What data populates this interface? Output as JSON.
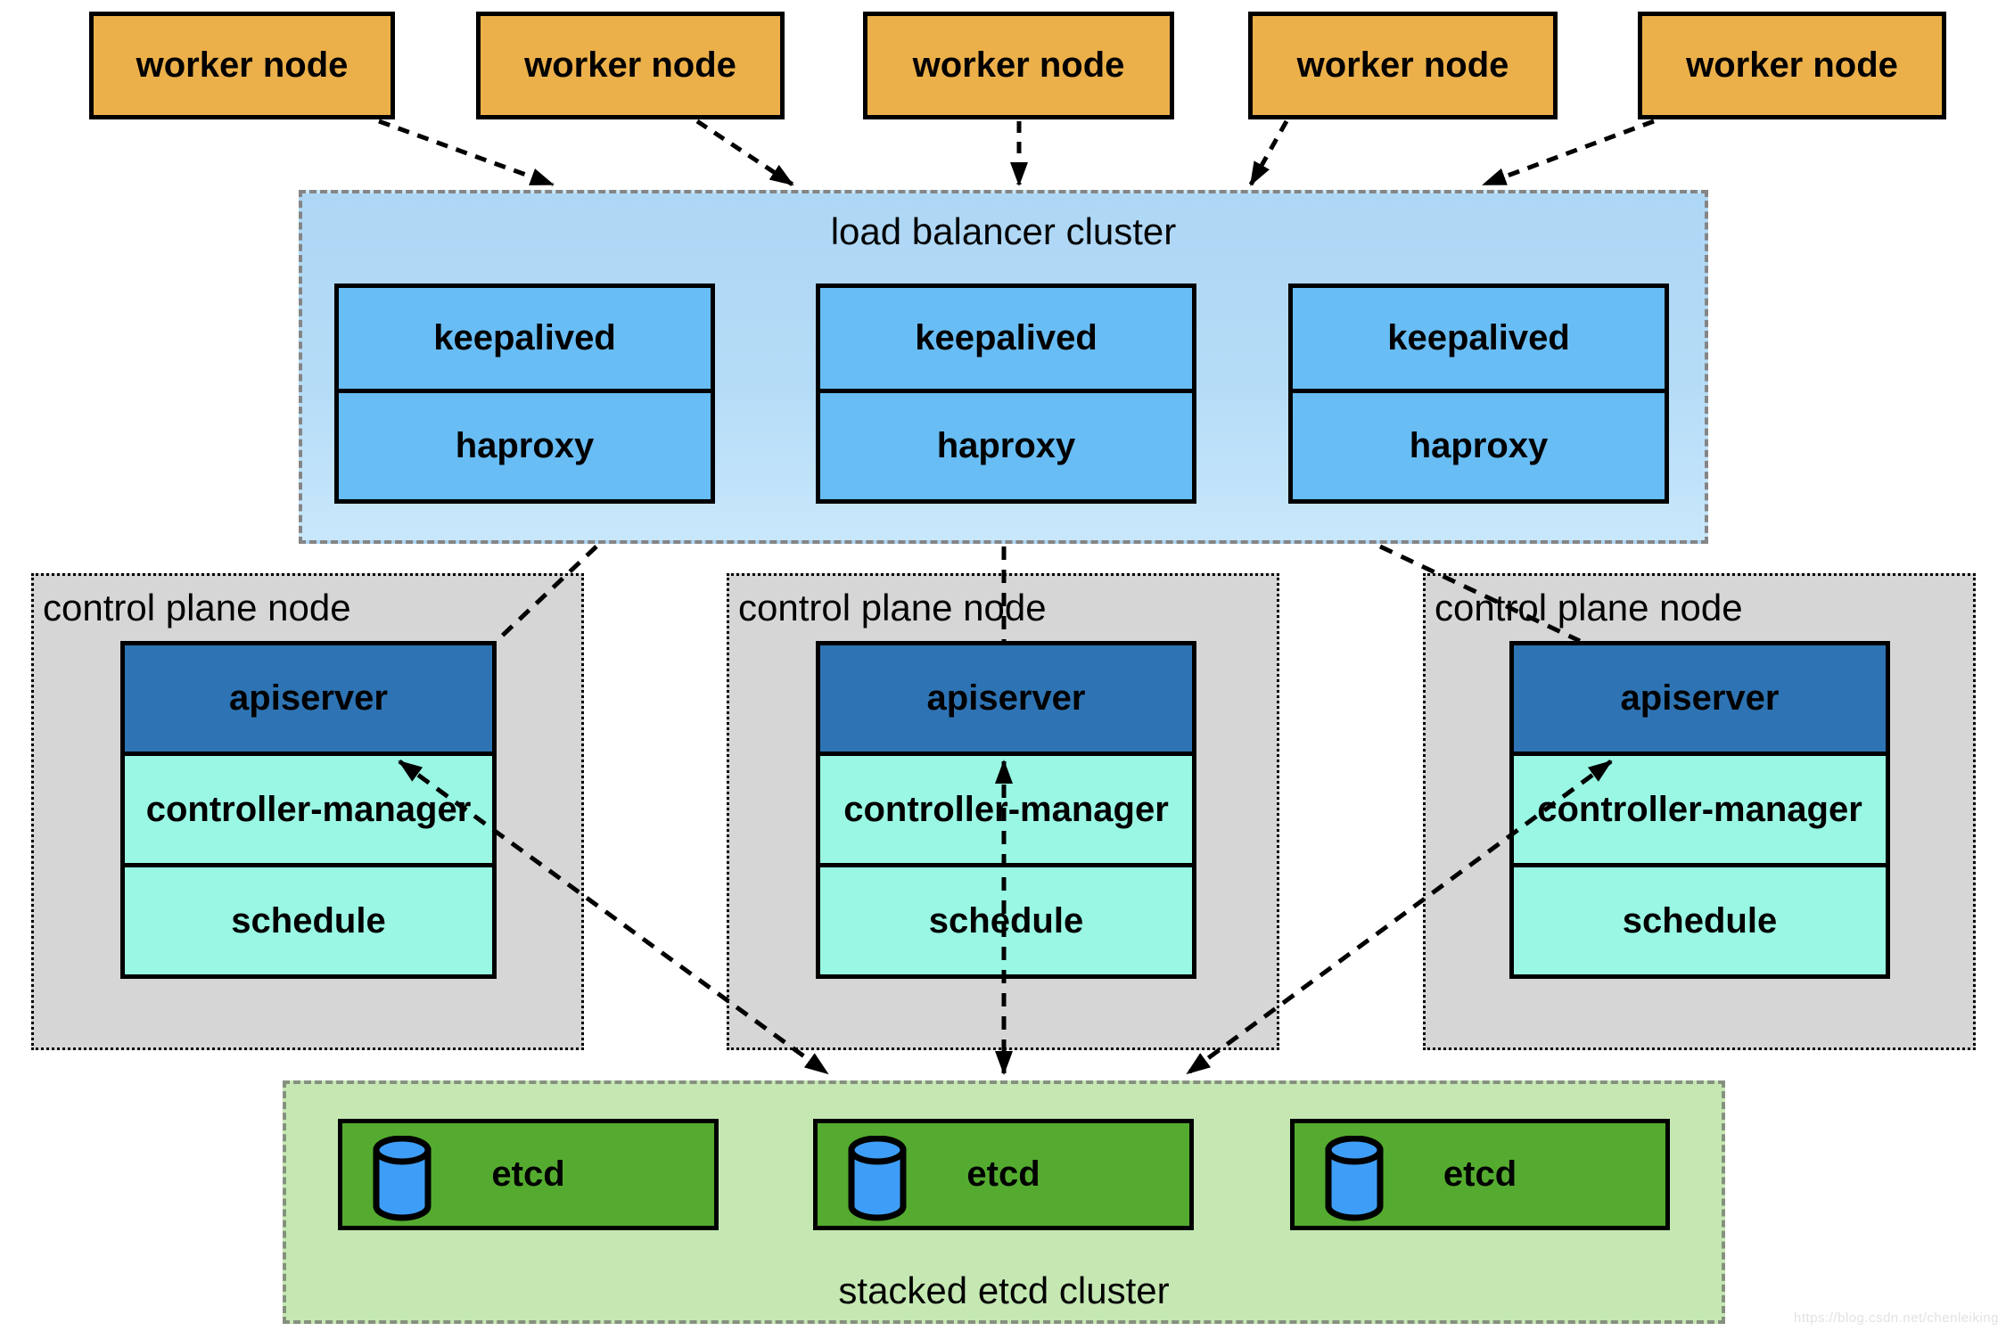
{
  "diagram": {
    "workers": {
      "items": [
        {
          "label": "worker node"
        },
        {
          "label": "worker node"
        },
        {
          "label": "worker node"
        },
        {
          "label": "worker node"
        },
        {
          "label": "worker node"
        }
      ]
    },
    "load_balancer": {
      "title": "load balancer cluster",
      "nodes": [
        {
          "top": "keepalived",
          "bottom": "haproxy"
        },
        {
          "top": "keepalived",
          "bottom": "haproxy"
        },
        {
          "top": "keepalived",
          "bottom": "haproxy"
        }
      ]
    },
    "control_planes": {
      "items": [
        {
          "title": "control plane node",
          "components": {
            "apiserver": "apiserver",
            "controller_manager": "controller-manager",
            "schedule": "schedule"
          }
        },
        {
          "title": "control plane node",
          "components": {
            "apiserver": "apiserver",
            "controller_manager": "controller-manager",
            "schedule": "schedule"
          }
        },
        {
          "title": "control plane node",
          "components": {
            "apiserver": "apiserver",
            "controller_manager": "controller-manager",
            "schedule": "schedule"
          }
        }
      ]
    },
    "etcd_cluster": {
      "title": "stacked etcd cluster",
      "nodes": [
        {
          "label": "etcd",
          "icon": "database-cylinder"
        },
        {
          "label": "etcd",
          "icon": "database-cylinder"
        },
        {
          "label": "etcd",
          "icon": "database-cylinder"
        }
      ]
    },
    "watermark": "https://blog.csdn.net/chenleiking",
    "colors": {
      "worker_fill": "#ECB04A",
      "lb_container_fill": "#B5DCF7",
      "lb_node_fill": "#68BDF4",
      "apiserver_fill": "#2E74B4",
      "component_fill": "#99F7E4",
      "control_plane_fill": "#D6D6D6",
      "etcd_container_fill": "#C5E8B3",
      "etcd_node_fill": "#54AB30",
      "cylinder_fill": "#3E9EF7",
      "line_color": "#000000"
    }
  }
}
